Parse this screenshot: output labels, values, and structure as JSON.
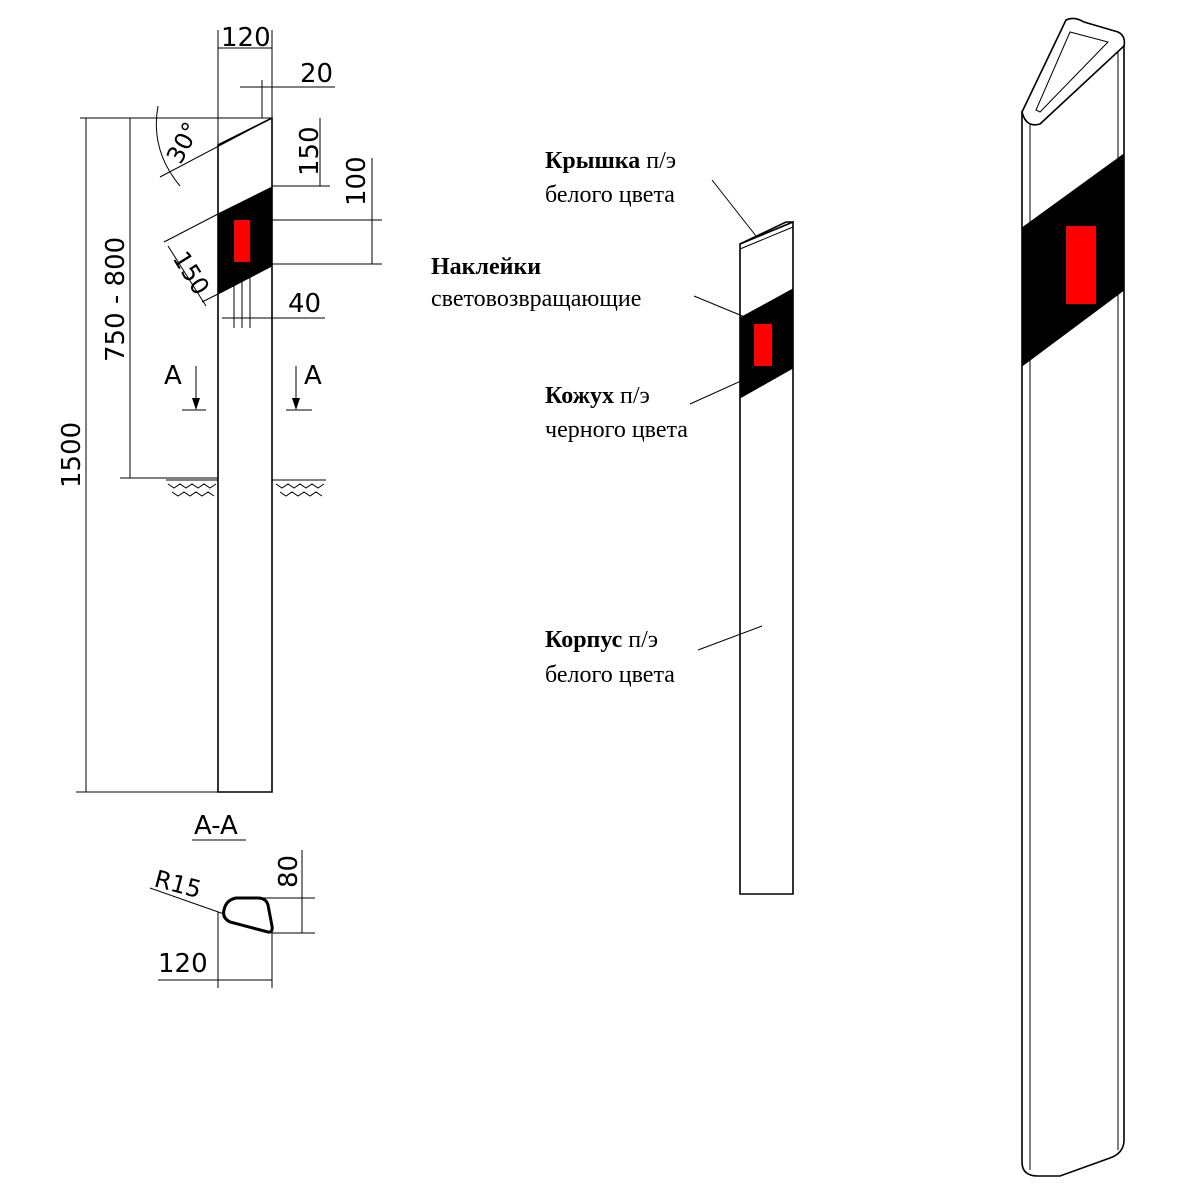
{
  "dimensions": {
    "width_top": "120",
    "cap_offset": "20",
    "angle": "30°",
    "cap_to_band": "150",
    "reflector_h": "100",
    "band_width": "150",
    "reflector_w": "40",
    "burial": "750 - 800",
    "total_height": "1500",
    "section_mark_left": "A",
    "section_mark_right": "A"
  },
  "section": {
    "title": "A-A",
    "radius": "R15",
    "depth": "80",
    "width": "120"
  },
  "labels": {
    "cap_title": "Крышка",
    "cap_suffix": " п/э",
    "cap_desc": "белого цвета",
    "sticker_title": "Наклейки",
    "sticker_desc": "световозвращающие",
    "sleeve_title": "Кожух",
    "sleeve_suffix": " п/э",
    "sleeve_desc": "черного цвета",
    "body_title": "Корпус",
    "body_suffix": " п/э",
    "body_desc": "белого цвета"
  },
  "colors": {
    "reflector": "#ff0000",
    "sleeve": "#000000",
    "body": "#ffffff",
    "line": "#000000"
  }
}
